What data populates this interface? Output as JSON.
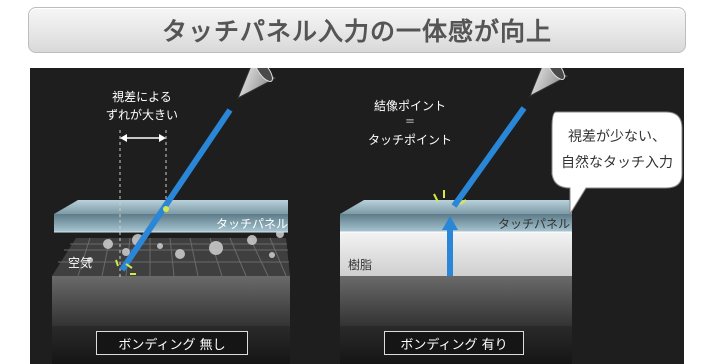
{
  "title": "タッチパネル入力の一体感が向上",
  "left": {
    "parallax_line1": "視差による",
    "parallax_line2": "ずれが大きい",
    "touch_panel": "タッチパネル",
    "air": "空気",
    "caption": "ボンディング 無し"
  },
  "right": {
    "point_line1": "結像ポイント",
    "point_eq": "＝",
    "point_line2": "タッチポイント",
    "bubble_line1": "視差が少ない、",
    "bubble_line2": "自然なタッチ入力",
    "touch_panel": "タッチパネル",
    "resin": "樹脂",
    "caption": "ボンディング 有り"
  },
  "colors": {
    "accent_blue": "#2a86d6",
    "panel_glass": "#8fb3c2",
    "highlight": "#d6e84a"
  },
  "icons": [
    "pen-icon"
  ]
}
